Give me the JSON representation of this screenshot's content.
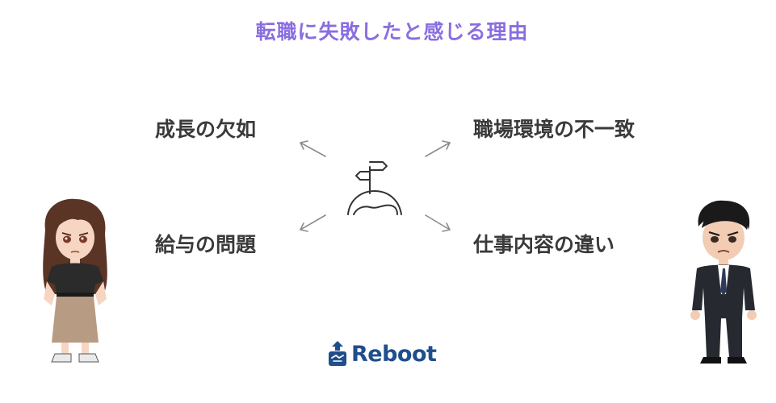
{
  "title": "転職に失敗したと感じる理由",
  "reasons": {
    "top_left": "成長の欠如",
    "top_right": "職場環境の不一致",
    "bottom_left": "給与の問題",
    "bottom_right": "仕事内容の違い"
  },
  "brand": {
    "name": "Reboot",
    "color": "#1f4e8c"
  },
  "colors": {
    "title": "#8a6ee0",
    "text": "#3a3a3a",
    "arrow": "#8c8c8c"
  }
}
